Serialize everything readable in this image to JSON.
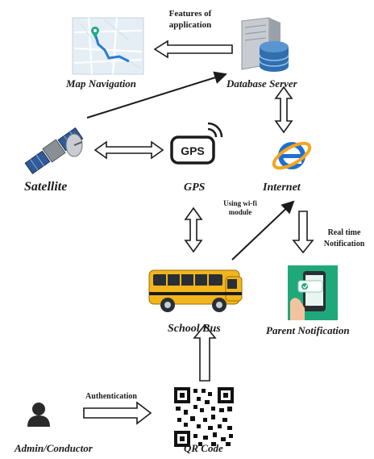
{
  "nodes": {
    "map": {
      "label": "Map Navigation"
    },
    "db": {
      "label": "Database Server"
    },
    "satellite": {
      "label": "Satellite"
    },
    "gps": {
      "label": "GPS",
      "icon_text": "GPS"
    },
    "internet": {
      "label": "Internet"
    },
    "bus": {
      "label": "School Bus"
    },
    "parent": {
      "label": "Parent Notification"
    },
    "admin": {
      "label": "Admin/Conductor"
    },
    "qr": {
      "label": "QR Code"
    }
  },
  "edges": {
    "features": "Features of application",
    "wifi": "Using wi-fi module",
    "realtime": "Real time Notification",
    "auth": "Authentication"
  },
  "colors": {
    "ink": "#1b1b1b",
    "bus_yellow": "#f2b51c",
    "notify_green": "#1fa97a",
    "ie_blue": "#1d6fd6",
    "ie_orange": "#f4a51c",
    "server_blue": "#2f6fb0"
  },
  "icons": [
    "map-icon",
    "database-server-icon",
    "satellite-icon",
    "gps-icon",
    "internet-explorer-icon",
    "school-bus-icon",
    "phone-notification-icon",
    "user-icon",
    "qr-code-icon"
  ]
}
